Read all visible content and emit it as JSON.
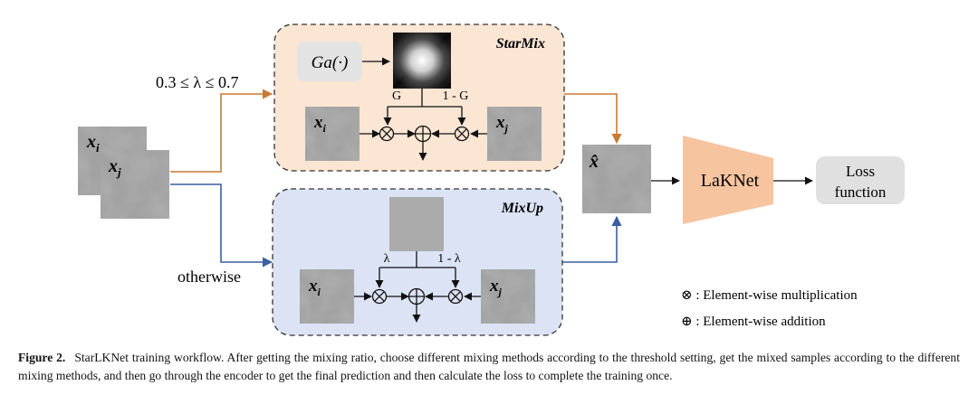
{
  "diagram": {
    "starmix": {
      "title": "StarMix",
      "ga_label": "Ga(·)",
      "g_label": "G",
      "one_minus_g_label": "1 - G",
      "xi_label": "x",
      "xi_sub": "i",
      "xj_label": "x",
      "xj_sub": "j"
    },
    "mixup": {
      "title": "MixUp",
      "lambda_label": "λ",
      "one_minus_lambda_label": "1 - λ",
      "xi_label": "x",
      "xi_sub": "i",
      "xj_label": "x",
      "xj_sub": "j"
    },
    "inputs": {
      "xi_label": "x",
      "xi_sub": "i",
      "xj_label": "x",
      "xj_sub": "j"
    },
    "condition_label": "0.3 ≤ λ ≤ 0.7",
    "otherwise_label": "otherwise",
    "mixed_label": "x̂",
    "model_label": "LaKNet",
    "loss_label": "Loss function",
    "loss_line1": "Loss",
    "loss_line2": "function",
    "legend": {
      "multiply": "⊗ : Element-wise multiplication",
      "add": "⊕ : Element-wise addition"
    },
    "colors": {
      "starmix_fill": "#fbe5d3",
      "mixup_fill": "#dbe3f4",
      "orange_arrow": "#c97a32",
      "blue_arrow": "#3a5fa3",
      "model_fill": "#f6c49f",
      "loss_fill": "#e0e0e0"
    }
  },
  "caption": {
    "label": "Figure 2.",
    "text": "StarLKNet training workflow. After getting the mixing ratio, choose different mixing methods according to the threshold setting, get the mixed samples according to the different mixing methods, and then go through the encoder to get the final prediction and then calculate the loss to complete the training once."
  }
}
